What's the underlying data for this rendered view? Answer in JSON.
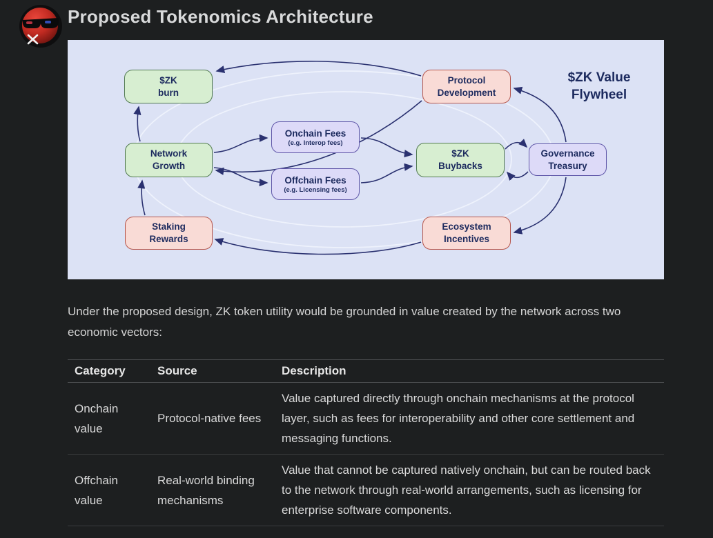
{
  "page": {
    "title": "Proposed Tokenomics Architecture",
    "intro": "Under the proposed design, ZK token utility would be grounded in value created by the network across two economic vectors:"
  },
  "diagram": {
    "title_line1": "$ZK Value",
    "title_line2": "Flywheel",
    "nodes": {
      "zk_burn": {
        "line1": "$ZK",
        "line2": "burn",
        "color": "green"
      },
      "protocol_development": {
        "line1": "Protocol",
        "line2": "Development",
        "color": "pink"
      },
      "onchain_fees": {
        "line1": "Onchain Fees",
        "line2": "(e.g. Interop fees)",
        "color": "purple"
      },
      "network_growth": {
        "line1": "Network",
        "line2": "Growth",
        "color": "green"
      },
      "offchain_fees": {
        "line1": "Offchain Fees",
        "line2": "(e.g. Licensing fees)",
        "color": "purple"
      },
      "zk_buybacks": {
        "line1": "$ZK",
        "line2": "Buybacks",
        "color": "green"
      },
      "governance_treasury": {
        "line1": "Governance",
        "line2": "Treasury",
        "color": "purple"
      },
      "staking_rewards": {
        "line1": "Staking",
        "line2": "Rewards",
        "color": "pink"
      },
      "ecosystem_incentives": {
        "line1": "Ecosystem",
        "line2": "Incentives",
        "color": "pink"
      }
    },
    "edges": [
      {
        "from": "network_growth",
        "to": "onchain_fees"
      },
      {
        "from": "network_growth",
        "to": "offchain_fees"
      },
      {
        "from": "onchain_fees",
        "to": "zk_buybacks"
      },
      {
        "from": "offchain_fees",
        "to": "zk_buybacks"
      },
      {
        "from": "zk_buybacks",
        "to": "governance_treasury"
      },
      {
        "from": "governance_treasury",
        "to": "zk_buybacks"
      },
      {
        "from": "governance_treasury",
        "to": "protocol_development"
      },
      {
        "from": "governance_treasury",
        "to": "ecosystem_incentives"
      },
      {
        "from": "protocol_development",
        "to": "zk_burn"
      },
      {
        "from": "protocol_development",
        "to": "network_growth"
      },
      {
        "from": "ecosystem_incentives",
        "to": "staking_rewards"
      },
      {
        "from": "staking_rewards",
        "to": "network_growth"
      },
      {
        "from": "network_growth",
        "to": "zk_burn"
      }
    ],
    "colors": {
      "figure_background": "#dce2f5",
      "green_fill": "#d7eed1",
      "green_border": "#50794f",
      "pink_fill": "#f9dbd6",
      "pink_border": "#b6564c",
      "purple_fill": "#dddaf8",
      "purple_border": "#5f56a8",
      "arrow": "#2a3170",
      "flywheel_halo": "#eef2fc",
      "node_text": "#1c2a5e"
    }
  },
  "table": {
    "headers": [
      "Category",
      "Source",
      "Description"
    ],
    "rows": [
      {
        "category": "Onchain value",
        "source": "Protocol-native fees",
        "description": "Value captured directly through onchain mechanisms at the protocol layer, such as fees for interoperability and other core settlement and messaging functions."
      },
      {
        "category": "Offchain value",
        "source": "Real-world binding mechanisms",
        "description": "Value that cannot be captured natively onchain, but can be routed back to the network through real-world arrangements, such as licensing for enterprise software components."
      }
    ]
  }
}
